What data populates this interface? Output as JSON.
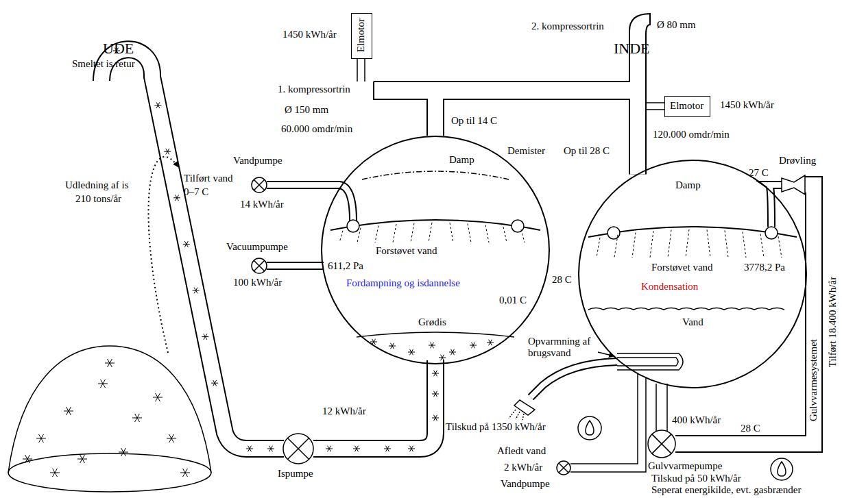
{
  "diagram": {
    "nodes": [
      {
        "text": [
          "Elmotor"
        ]
      },
      {
        "text": [
          "Elmotor"
        ]
      },
      {
        "text": [
          "Damp",
          "Forstøvet vand",
          "611,2 Pa",
          "Fordampning og isdannelse",
          "0,01 C",
          "Grødis"
        ]
      },
      {
        "text": [
          "Damp",
          "Forstøvet vand",
          "3778,2 Pa",
          "Kondensation",
          "Vand"
        ]
      }
    ],
    "edges": [
      {
        "from": 2,
        "to": 3,
        "arrow": "none"
      }
    ],
    "labels": [
      "UDE",
      "INDE",
      "1450 kWh/år",
      "1. kompressortrin",
      "Ø 150 mm",
      "60.000 omdr/min",
      "Op til 14 C",
      "2. kompressortrin",
      "Ø 80 mm",
      "1450 kWh/år",
      "120.000 omdr/min",
      "Op til 28 C",
      "Smeltet is retur",
      "Vandpumpe",
      "Tilført vand",
      "0–7 C",
      "14 kWh/år",
      "Demister",
      "Drøvling",
      "27 C",
      "Udledning af is",
      "210 tons/år",
      "Vacuumpumpe",
      "100 kWh/år",
      "28 C",
      "Opvarmning af brugsvand",
      "12 kWh/år",
      "Tilskud på 1350 kWh/år",
      "400 kWh/år",
      "28 C",
      "Ispumpe",
      "Afledt vand",
      "2 kWh/år",
      "Vandpumpe",
      "Gulvvarmepumpe",
      "Tilskud på 50 kWh/år",
      "Seperat energikilde, evt. gasbrænder",
      "Gulvvarmesystemet",
      "Tilført 18.400 kWh/år"
    ]
  }
}
